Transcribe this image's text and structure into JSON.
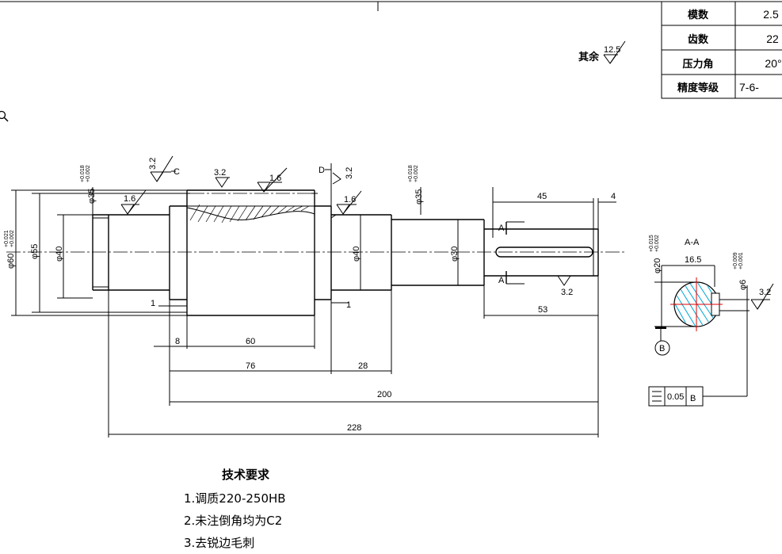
{
  "gear_table": [
    {
      "label": "模数",
      "value": "2.5"
    },
    {
      "label": "齿数",
      "value": "22"
    },
    {
      "label": "压力角",
      "value": "20°"
    },
    {
      "label": "精度等级",
      "value": "7-6-"
    }
  ],
  "other_surfaces": {
    "label": "其余",
    "roughness": "12.5"
  },
  "roughness_marks": {
    "r32": "3.2",
    "r16": "1.6"
  },
  "datum_letters": {
    "c": "C",
    "d": "D",
    "b": "B",
    "section": "A"
  },
  "section_title": "A-A",
  "diameters": {
    "d60": "φ60",
    "d60_tol_upper": "+0.021",
    "d60_tol_lower": "+0.002",
    "d55": "φ55",
    "d40_left": "φ40",
    "d35_left": "φ35",
    "d35_tol_upper": "+0.018",
    "d35_tol_lower": "+0.002",
    "d40_right": "φ40",
    "d35_right": "φ35",
    "d30": "φ30",
    "d20": "φ20",
    "d20_tol_upper": "+0.015",
    "d20_tol_lower": "+0.002",
    "d6": "φ6",
    "d6_tol_upper": "+0.009",
    "d6_tol_lower": "+0.001"
  },
  "lengths": {
    "l45": "45",
    "l4": "4",
    "l53": "53",
    "l1_a": "1",
    "l1_b": "1",
    "l8": "8",
    "l60": "60",
    "l76": "76",
    "l28": "28",
    "l200": "200",
    "l228": "228",
    "l16_5": "16.5"
  },
  "tolerance_frame": {
    "value": "0.05",
    "datum": "B"
  },
  "tech_requirements": {
    "title": "技术要求",
    "items": [
      "1.调质220-250HB",
      "2.未注倒角均为C2",
      "3.去锐边毛刺"
    ]
  },
  "icons": {
    "zoom": "zoom-icon"
  }
}
